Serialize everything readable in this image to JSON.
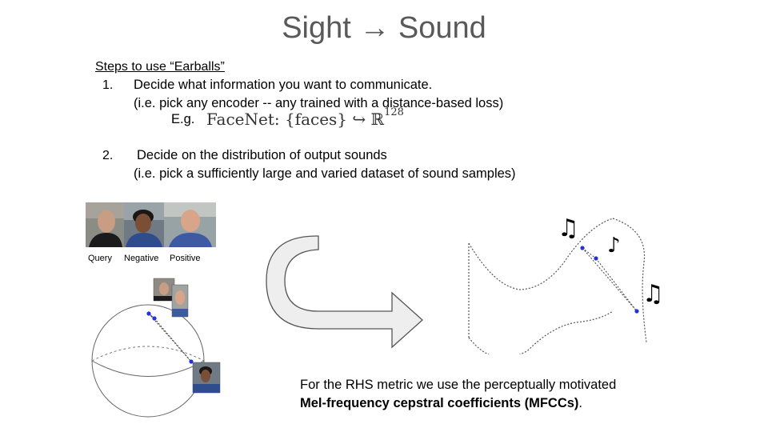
{
  "slide": {
    "title": "Sight → Sound",
    "steps_heading": "Steps to use “Earballs”",
    "step1": {
      "number": "1.",
      "text": "Decide what information you want to communicate.",
      "detail": "(i.e. pick any encoder -- any trained with a distance-based loss)",
      "example_prefix": "E.g.",
      "formula_text": "FaceNet: {faces} ↪ ℝ",
      "formula_sup": "128"
    },
    "step2": {
      "number": "2.",
      "text": "Decide on the distribution of output sounds",
      "detail": "(i.e. pick a sufficiently large and varied dataset of sound samples)"
    },
    "triplet_labels": [
      "Query",
      "Negative",
      "Positive"
    ],
    "footer_line1": "For the RHS metric we use the perceptually motivated",
    "footer_bold": "Mel-frequency cepstral coefficients (MFCCs)",
    "footer_end": ".",
    "notes": {
      "beamed": "♫",
      "eighth": "♪",
      "beamed2": "♫"
    }
  },
  "colors": {
    "title": "#595959",
    "point": "#2233dd",
    "arrow_fill": "#eeeeee",
    "arrow_stroke": "#555555"
  }
}
